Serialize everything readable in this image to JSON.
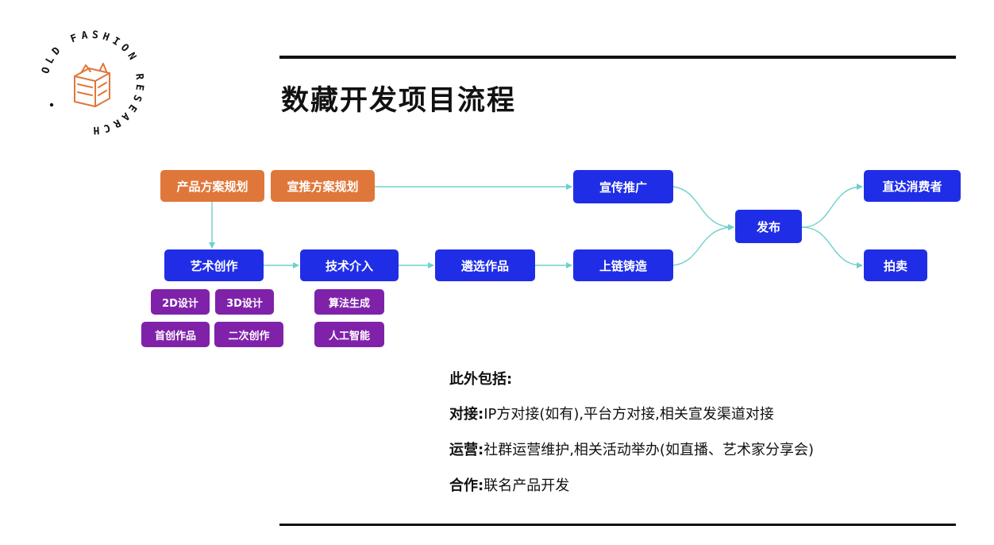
{
  "logo": {
    "arc_text": "OLD FASHION RESEARCH"
  },
  "title": "数藏开发项目流程",
  "nodes": {
    "product_plan": "产品方案规划",
    "promo_plan": "宣推方案规划",
    "publicity": "宣传推广",
    "art_creation": "艺术创作",
    "tech_involvement": "技术介入",
    "select_works": "遴选作品",
    "onchain_minting": "上链铸造",
    "release": "发布",
    "direct_consumer": "直达消费者",
    "auction": "拍卖"
  },
  "sub_tags": {
    "art": [
      "2D设计",
      "3D设计",
      "首创作品",
      "二次创作"
    ],
    "tech": [
      "算法生成",
      "人工智能"
    ]
  },
  "notes": {
    "heading": "此外包括:",
    "items": [
      {
        "key": "对接:",
        "text": "IP方对接(如有),平台方对接,相关宣发渠道对接"
      },
      {
        "key": "运营:",
        "text": "社群运营维护,相关活动举办(如直播、艺术家分享会)"
      },
      {
        "key": "合作:",
        "text": "联名产品开发"
      }
    ]
  },
  "colors": {
    "orange": "#e0773a",
    "blue": "#1f2ee6",
    "purple": "#7f22a9",
    "connector": "#6fd0cc",
    "logo": "#e0773a"
  }
}
